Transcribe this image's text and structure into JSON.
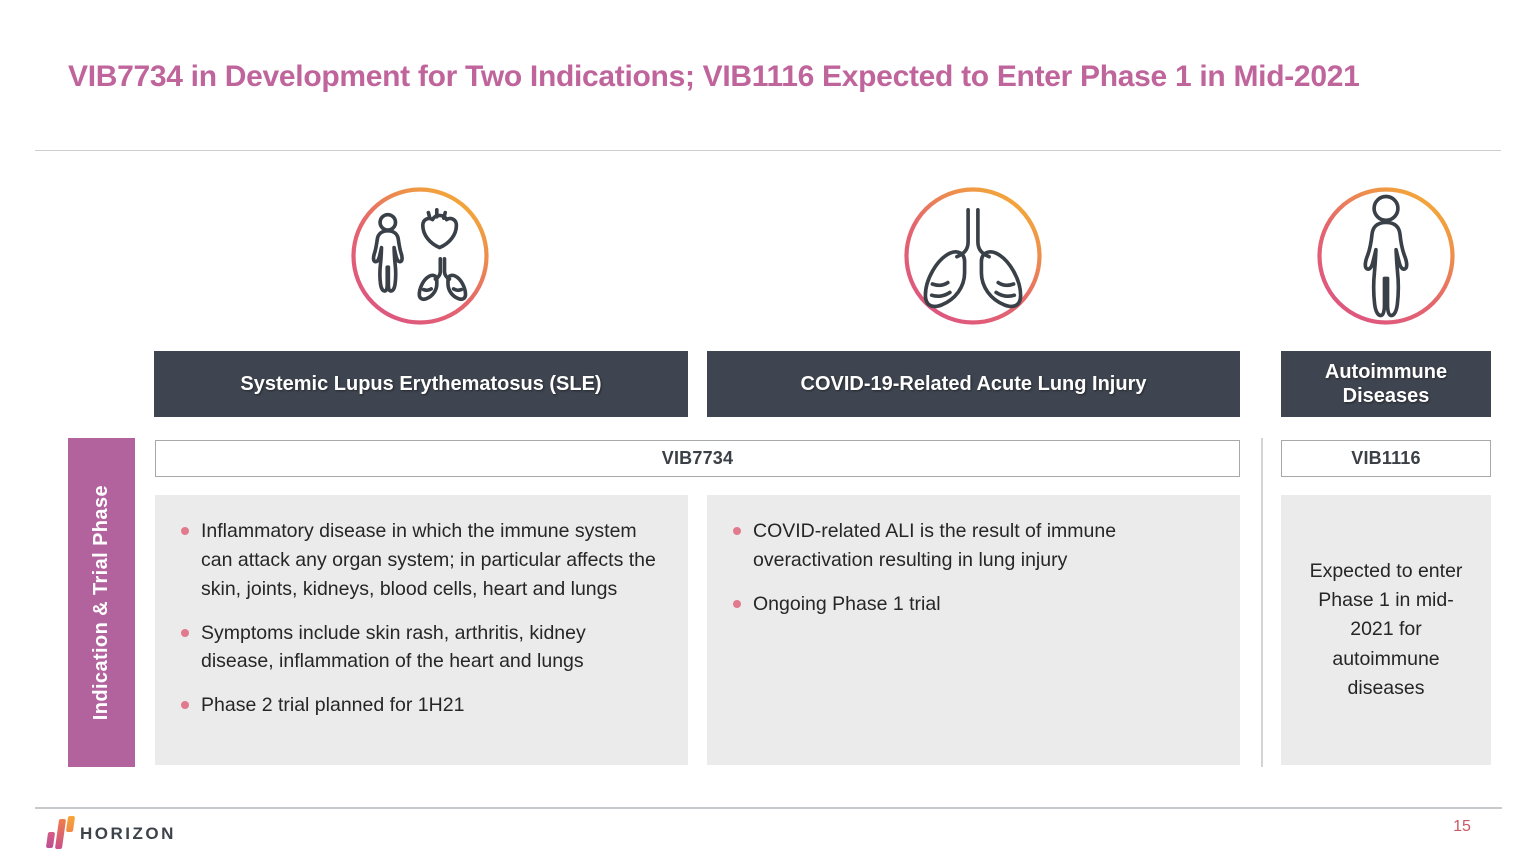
{
  "slide": {
    "title": "VIB7734 in Development for Two Indications; VIB1116 Expected to Enter Phase 1 in Mid-2021",
    "page_number": "15",
    "brand": "HORIZON"
  },
  "sidebar": {
    "label": "Indication & Trial Phase"
  },
  "drugs": {
    "span_left": "VIB7734",
    "right": "VIB1116"
  },
  "columns": [
    {
      "header": "Systemic Lupus Erythematosus (SLE)",
      "icon": "human-heart-lungs-icon",
      "bullets": [
        "Inflammatory disease in which the immune system can attack any organ system; in particular affects the skin, joints, kidneys, blood cells, heart and lungs",
        "Symptoms include skin rash, arthritis, kidney disease, inflammation of the heart and lungs",
        "Phase 2 trial planned for 1H21"
      ]
    },
    {
      "header": "COVID-19-Related Acute Lung Injury",
      "icon": "lungs-icon",
      "bullets": [
        "COVID-related ALI is the result of immune overactivation resulting in lung injury",
        "Ongoing Phase 1 trial"
      ]
    },
    {
      "header": "Autoimmune Diseases",
      "icon": "human-figure-icon",
      "body": "Expected to enter Phase 1 in mid-2021 for autoimmune diseases"
    }
  ],
  "colors": {
    "title_pink": "#c0659c",
    "header_bar_dark": "#3f4550",
    "sidebar_pink": "#b2639e",
    "bullet_dot": "#e27a8d",
    "ring_gradient_orange": "#f2a33c",
    "ring_gradient_pink": "#dd5680",
    "content_box_gray": "#ebebeb",
    "page_number_pink": "#ca5862"
  }
}
